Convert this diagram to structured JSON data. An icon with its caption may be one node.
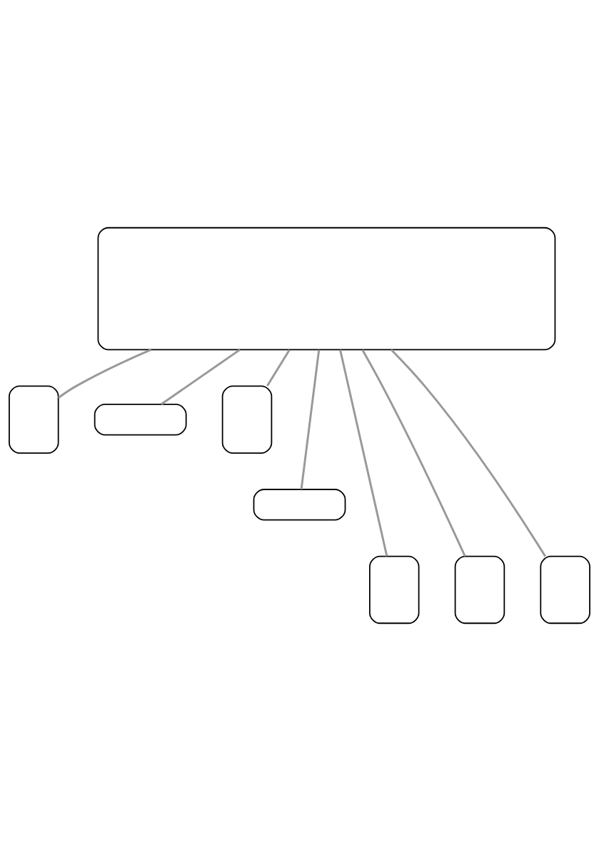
{
  "diagram": {
    "nodes": [
      {
        "text": [],
        "shape": "box"
      },
      {
        "text": [],
        "shape": "box"
      },
      {
        "text": [],
        "shape": "box"
      },
      {
        "text": [],
        "shape": "box"
      },
      {
        "text": [],
        "shape": "box"
      },
      {
        "text": [],
        "shape": "box"
      },
      {
        "text": [],
        "shape": "box"
      },
      {
        "text": [],
        "shape": "box"
      }
    ],
    "edges": [
      {
        "from": 0,
        "to": 1,
        "arrow": "none"
      },
      {
        "from": 0,
        "to": 2,
        "arrow": "none"
      },
      {
        "from": 0,
        "to": 3,
        "arrow": "none"
      },
      {
        "from": 0,
        "to": 4,
        "arrow": "none"
      },
      {
        "from": 0,
        "to": 5,
        "arrow": "none"
      },
      {
        "from": 0,
        "to": 6,
        "arrow": "none"
      },
      {
        "from": 0,
        "to": 7,
        "arrow": "none"
      }
    ]
  }
}
